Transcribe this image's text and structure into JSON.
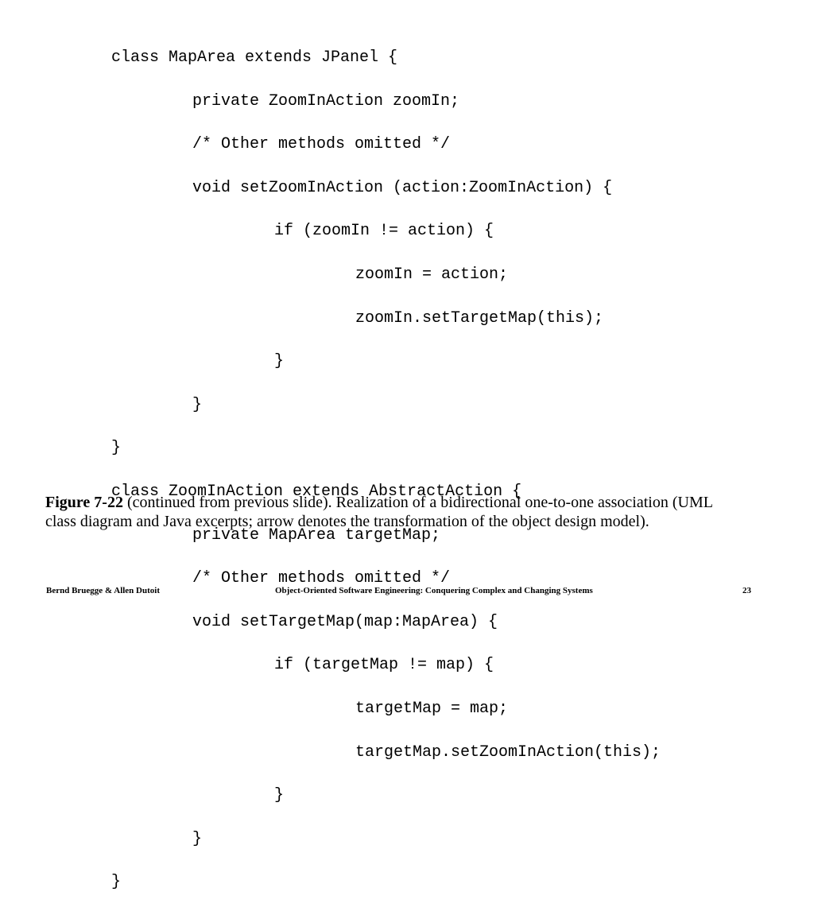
{
  "code": {
    "lines": [
      {
        "indent": 0,
        "text": "class MapArea extends JPanel {"
      },
      {
        "indent": 1,
        "text": "private ZoomInAction zoomIn;"
      },
      {
        "indent": 1,
        "text": "/* Other methods omitted */"
      },
      {
        "indent": 1,
        "text": "void setZoomInAction (action:ZoomInAction) {"
      },
      {
        "indent": 2,
        "text": "if (zoomIn != action) {"
      },
      {
        "indent": 3,
        "text": "zoomIn = action;"
      },
      {
        "indent": 3,
        "text": "zoomIn.setTargetMap(this);"
      },
      {
        "indent": 2,
        "text": "}"
      },
      {
        "indent": 1,
        "text": "}"
      },
      {
        "indent": 0,
        "text": "}"
      },
      {
        "indent": 0,
        "text": "class ZoomInAction extends AbstractAction {"
      },
      {
        "indent": 1,
        "text": "private MapArea targetMap;"
      },
      {
        "indent": 1,
        "text": "/* Other methods omitted */"
      },
      {
        "indent": 1,
        "text": "void setTargetMap(map:MapArea) {"
      },
      {
        "indent": 2,
        "text": "if (targetMap != map) {"
      },
      {
        "indent": 3,
        "text": "targetMap = map;"
      },
      {
        "indent": 3,
        "text": "targetMap.setZoomInAction(this);"
      },
      {
        "indent": 2,
        "text": "}"
      },
      {
        "indent": 1,
        "text": "}"
      },
      {
        "indent": 0,
        "text": "}"
      }
    ]
  },
  "caption": {
    "label": "Figure 7-22",
    "text": " (continued from previous slide). Realization of a bidirectional one-to-one association (UML class diagram and Java excerpts; arrow denotes the transformation of the object design model)."
  },
  "footer": {
    "authors": "Bernd Bruegge & Allen Dutoit",
    "title": "Object-Oriented Software Engineering: Conquering Complex and Changing Systems",
    "page": "23"
  }
}
